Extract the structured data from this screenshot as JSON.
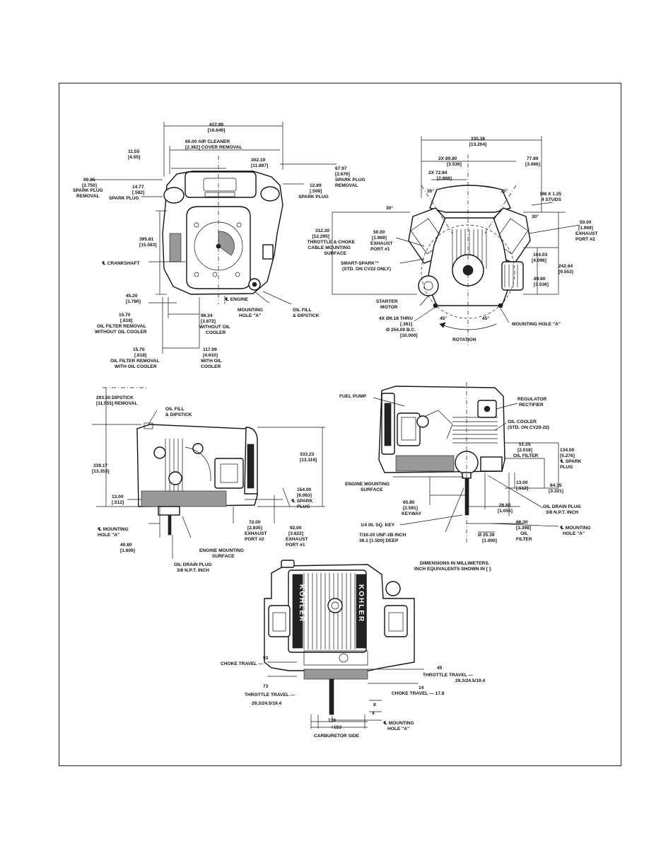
{
  "top_view": {
    "labels": [
      "422.89",
      "[16.649]",
      "60.00  AIR CLEANER",
      "[2.362] COVER REMOVAL",
      "11.55",
      "[4.55]",
      "302.19",
      "[11.897]",
      "67.97",
      "[2.676]",
      "SPARK PLUG",
      "REMOVAL",
      "69.85",
      "[2.750]",
      "SPARK PLUG",
      "REMOVAL",
      "14.77",
      "[.582]",
      "SPARK PLUG",
      "12.89",
      "[.508]",
      "SPARK PLUG",
      "395.81",
      "[15.583]",
      "℄ CRANKSHAFT",
      "45.20",
      "[1.780]",
      "℄ ENGINE",
      "MOUNTING",
      "HOLE \"A\"",
      "OIL FILL",
      "& DIPSTICK",
      "15.70",
      "[.618]",
      "OIL FILTER REMOVAL",
      "WITHOUT OIL COOLER",
      "98.34",
      "[3.872]",
      "WITHOUT OIL",
      "COOLER",
      "15.70",
      "[.618]",
      "OIL FILTER REMOVAL",
      "WITH OIL COOLER",
      "117.09",
      "[4.610]",
      "WITH OIL",
      "COOLER"
    ]
  },
  "front_view": {
    "labels": [
      "335.38",
      "[13.204]",
      "2X 89.80",
      "[3.536]",
      "77.89",
      "[3.066]",
      "2X 72.84",
      "[2.868]",
      "35°",
      "35°",
      "M8 X 1.25",
      "4 STUDS",
      "30°",
      "30°",
      "312.30",
      "[12.295]",
      "THROTTLE & CHOKE",
      "CABLE MOUNTING",
      "SURFACE",
      "50.00",
      "[1.969]",
      "EXHAUST",
      "PORT #1",
      "50.00",
      "[1.969]",
      "EXHAUST",
      "PORT #2",
      "104.03",
      "[4.096]",
      "242.64",
      "[9.553]",
      "SMART-SPARK™",
      "(STD. ON CV22 ONLY)",
      "89.80",
      "[3.536]",
      "STARTER",
      "MOTOR",
      "4X Ø9.18 THRU",
      "[.361]",
      "Ø 254.00 B.C.",
      "[10.000]",
      "45°",
      "45°",
      "MOUNTING HOLE \"A\"",
      "ROTATION"
    ]
  },
  "left_side_view": {
    "labels": [
      "293.50  DIPSTICK",
      "[11.555] REMOVAL",
      "OIL FILL",
      "& DIPSTICK",
      "339.17",
      "[13.353]",
      "333.23",
      "[13.119]",
      "13.00",
      "[.512]",
      "154.00",
      "[6.063]",
      "℄ SPARK",
      "PLUG",
      "℄ MOUNTING",
      "HOLE \"A\"",
      "72.00",
      "[2.835]",
      "EXHAUST",
      "PORT #2",
      "92.00",
      "[3.622]",
      "EXHAUST",
      "PORT #1",
      "40.80",
      "[1.606]",
      "ENGINE MOUNTING",
      "SURFACE",
      "OIL DRAIN PLUG",
      "3/8 N.P.T. INCH"
    ]
  },
  "right_side_view": {
    "labels": [
      "FUEL PUMP",
      "REGULATOR",
      "RECTIFIER",
      "OIL COOLER",
      "(STD. ON CV20-22)",
      "51.25",
      "[2.018]",
      "OIL FILTER",
      "134.00",
      "[5.276]",
      "℄ SPARK",
      "PLUG",
      "ENGINE MOUNTING",
      "SURFACE",
      "13.00",
      "[.512]",
      "84.35",
      "[3.321]",
      "65.80",
      "[2.591]",
      "KEYWAY",
      "26.80",
      "[1.055]",
      "OIL DRAIN PLUG",
      "3/8 N.P.T. INCH",
      "1/4 IN. SQ. KEY",
      "86.30",
      "[3.398]",
      "OIL",
      "FILTER",
      "℄ MOUNTING",
      "HOLE \"A\"",
      "7/16-20 UNF-2B INCH",
      "38.1 [1.500] DEEP",
      "Ø 25.39",
      "[1.000]"
    ]
  },
  "bottom_view": {
    "brand_text": "KOHLER",
    "labels": [
      "DIMENSIONS IN MILLIMETERS.",
      "INCH EQUIVALENTS SHOWN IN [  ].",
      "93",
      "CHOKE TRAVEL —",
      "45",
      "THROTTLE TRAVEL —",
      "29.3/24.5/19.4",
      "73",
      "THROTTLE TRAVEL —",
      "29.3/24.5/19.4",
      "14",
      "CHOKE TRAVEL — 17.8",
      "8",
      "4",
      "136",
      "153",
      "℄ MOUNTING",
      "HOLE \"A\"",
      "CARBURETOR SIDE"
    ]
  }
}
